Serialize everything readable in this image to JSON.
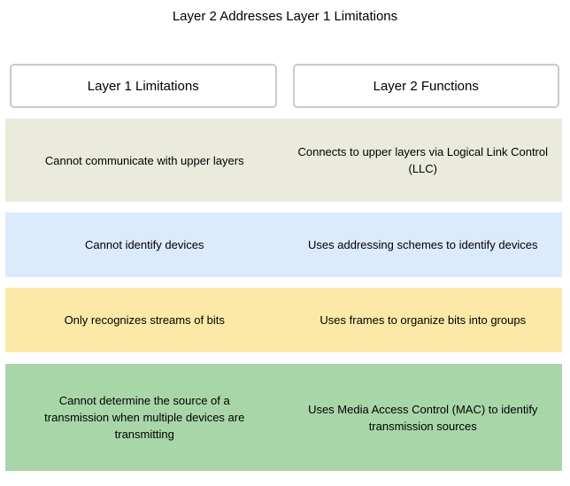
{
  "title": "Layer 2 Addresses Layer 1 Limitations",
  "columns": [
    {
      "label": "Layer 1 Limitations"
    },
    {
      "label": "Layer 2 Functions"
    }
  ],
  "rows": [
    {
      "left": "Cannot communicate with upper layers",
      "right": "Connects to upper layers via Logical Link Control (LLC)",
      "color": "#eaebdc"
    },
    {
      "left": "Cannot identify devices",
      "right": "Uses addressing schemes to identify devices",
      "color": "#dbeafc"
    },
    {
      "left": "Only recognizes streams of bits",
      "right": "Uses frames to organize bits into groups",
      "color": "#fde9a7"
    },
    {
      "left": "Cannot determine the source of a transmission when multiple devices are transmitting",
      "right": "Uses Media Access Control (MAC) to identify transmission sources",
      "color": "#a9d6a8"
    }
  ]
}
